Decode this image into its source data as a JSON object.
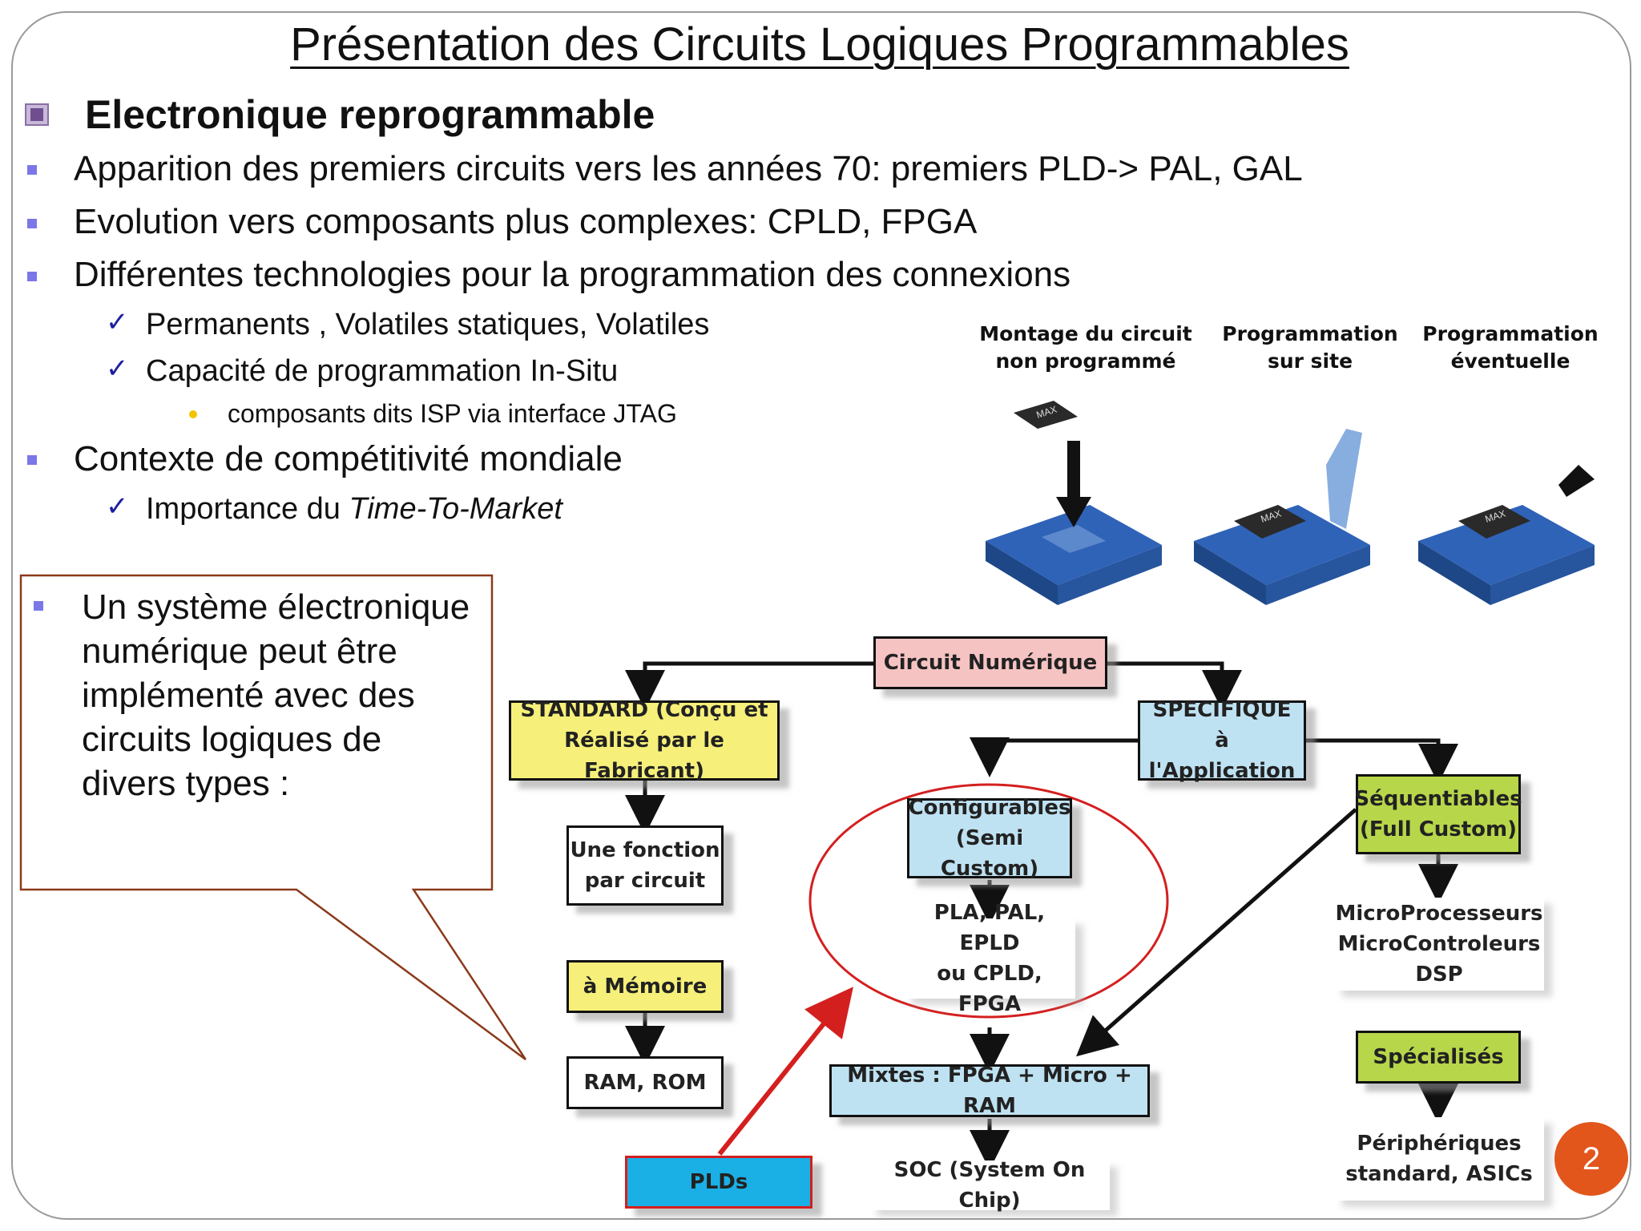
{
  "slide": {
    "title": "Présentation des Circuits Logiques Programmables",
    "section_heading": "Electronique reprogrammable",
    "bullets": [
      "Apparition des premiers circuits vers les années 70: premiers PLD-> PAL, GAL",
      "Evolution vers composants plus complexes: CPLD, FPGA",
      "Différentes technologies pour la programmation des connexions"
    ],
    "sub_bullets": [
      "Permanents , Volatiles statiques, Volatiles",
      "Capacité de programmation In-Situ"
    ],
    "sub_sub_bullet": "composants dits ISP via interface JTAG",
    "bullet_4": "Contexte de compétitivité mondiale",
    "sub_bullet_4_prefix": "Importance du ",
    "sub_bullet_4_italic": "Time-To-Market",
    "callout_text": "Un système électronique\nnumérique peut être\nimplémenté avec des\ncircuits logiques de\ndivers types :",
    "page_number": "2"
  },
  "illustration": {
    "captions": [
      "Montage du circuit\nnon programmé",
      "Programmation\nsur site",
      "Programmation\néventuelle"
    ],
    "chip_label": "MAX"
  },
  "diagram": {
    "nodes": {
      "root": "Circuit Numérique",
      "standard": "STANDARD (Conçu et\nRéalisé par le Fabricant)",
      "specifique": "SPECIFIQUE\nà l'Application",
      "une_fonction": "Une fonction\npar circuit",
      "a_memoire": "à Mémoire",
      "ram_rom": "RAM, ROM",
      "configurables": "Configurables\n(Semi Custom)",
      "pla": "PLA, PAL, EPLD\nou CPLD, FPGA",
      "mixtes": "Mixtes : FPGA + Micro + RAM",
      "soc": "SOC (System On Chip)",
      "sequentiables": "Séquentiables\n(Full Custom)",
      "micro": "MicroProcesseurs\nMicroControleurs\nDSP",
      "specialises": "Spécialisés",
      "peripheriques": "Périphériques\nstandard, ASICs",
      "plds": "PLDs"
    },
    "colors": {
      "root": "#f6c3c3",
      "yellow": "#f6f07a",
      "blue": "#bfe2f2",
      "green": "#b8d64a",
      "plds": "#1ab0e6",
      "red": "#d41f1f",
      "bullet": "#7b77e8",
      "badge": "#e2561c"
    }
  }
}
